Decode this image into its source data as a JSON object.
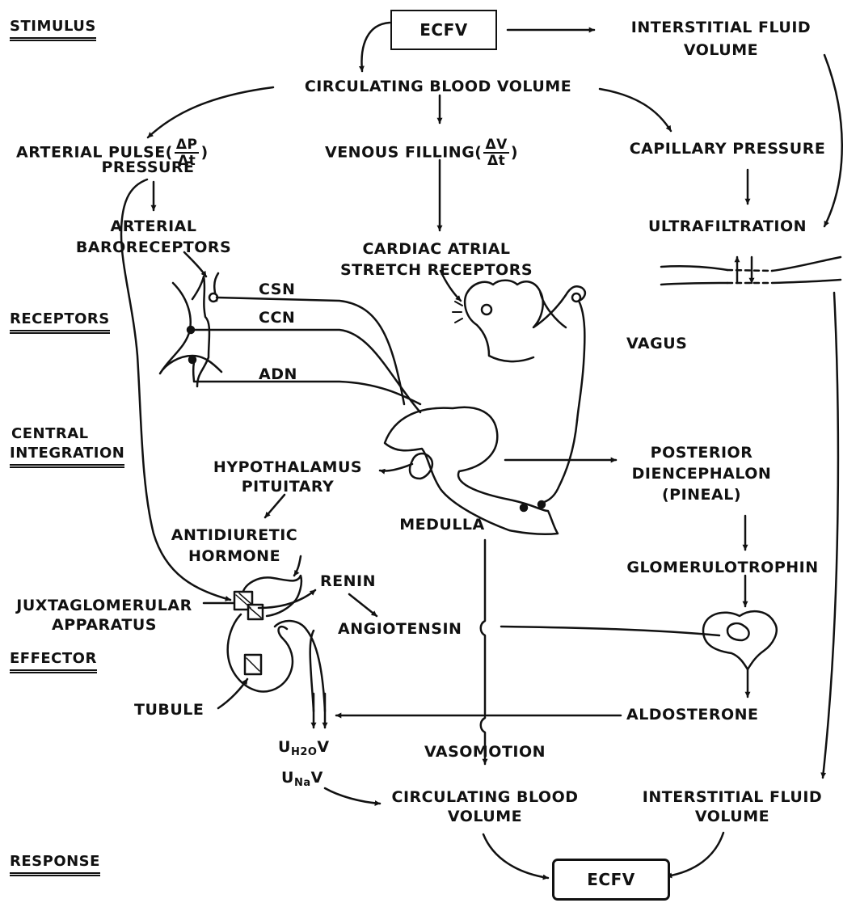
{
  "sections": {
    "stimulus": "STIMULUS",
    "receptors": "RECEPTORS",
    "central_integration_1": "CENTRAL",
    "central_integration_2": "INTEGRATION",
    "effector": "EFFECTOR",
    "response": "RESPONSE"
  },
  "nodes": {
    "ecfv_top": "ECFV",
    "interstitial_top_1": "INTERSTITIAL FLUID",
    "interstitial_top_2": "VOLUME",
    "circulating_top": "CIRCULATING BLOOD VOLUME",
    "arterial_pulse_1": "ARTERIAL PULSE",
    "arterial_pulse_2": "PRESSURE",
    "arterial_frac_num": "ΔP",
    "arterial_frac_den": "Δt",
    "venous_filling": "VENOUS FILLING",
    "venous_frac_num": "ΔV",
    "venous_frac_den": "Δt",
    "capillary_pressure": "CAPILLARY PRESSURE",
    "arterial_baro_1": "ARTERIAL",
    "arterial_baro_2": "BARORECEPTORS",
    "cardiac_atrial_1": "CARDIAC ATRIAL",
    "cardiac_atrial_2": "STRETCH RECEPTORS",
    "ultrafiltration": "ULTRAFILTRATION",
    "csn": "CSN",
    "ccn": "CCN",
    "adn": "ADN",
    "vagus": "VAGUS",
    "hypothalamus_1": "HYPOTHALAMUS",
    "hypothalamus_2": "PITUITARY",
    "posterior_1": "POSTERIOR",
    "posterior_2": "DIENCEPHALON",
    "posterior_3": "(PINEAL)",
    "medulla": "MEDULLA",
    "antidiuretic_1": "ANTIDIURETIC",
    "antidiuretic_2": "HORMONE",
    "glomerulotrophin": "GLOMERULOTROPHIN",
    "renin": "RENIN",
    "juxtaglomerular_1": "JUXTAGLOMERULAR",
    "juxtaglomerular_2": "APPARATUS",
    "angiotensin": "ANGIOTENSIN",
    "tubule": "TUBULE",
    "aldosterone": "ALDOSTERONE",
    "uh2ov_u": "U",
    "uh2ov_sub": "H2O",
    "uh2ov_v": "V",
    "unav_u": "U",
    "unav_sub": "Na",
    "unav_v": "V",
    "vasomotion": "VASOMOTION",
    "circulating_bottom_1": "CIRCULATING BLOOD",
    "circulating_bottom_2": "VOLUME",
    "interstitial_bottom_1": "INTERSTITIAL FLUID",
    "interstitial_bottom_2": "VOLUME",
    "ecfv_bottom": "ECFV"
  },
  "colors": {
    "ink": "#111111",
    "paper": "#ffffff"
  }
}
